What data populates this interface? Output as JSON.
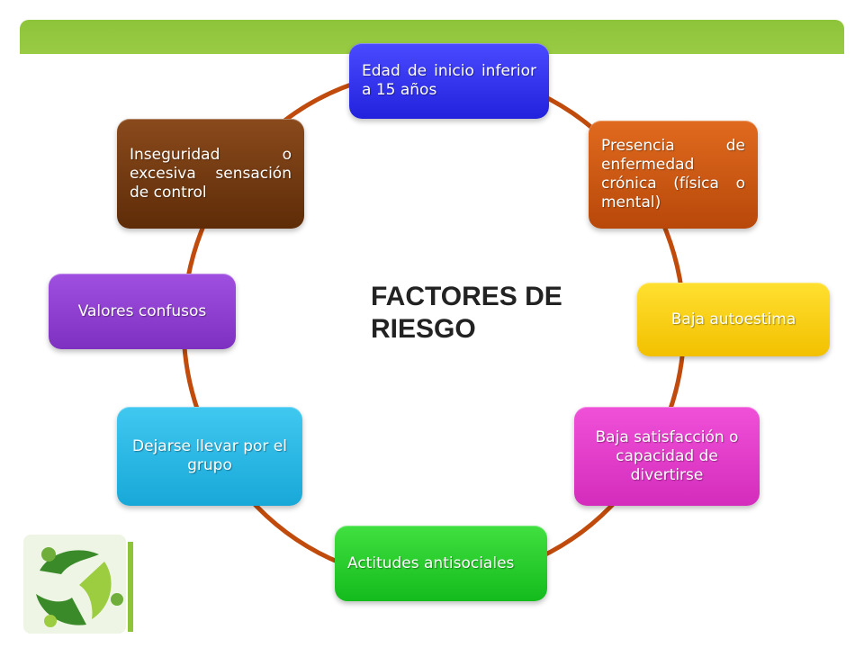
{
  "diagram": {
    "title_line1": "FACTORES DE",
    "title_line2": "RIESGO",
    "ring_color": "#c04b0c",
    "factors": [
      {
        "label": "Edad de inicio inferior a 15 años",
        "color": "#2f2ff0"
      },
      {
        "label": "Presencia de enfermedad crónica (física o mental)",
        "color": "#c8550c"
      },
      {
        "label": "Baja autoestima",
        "color": "#f0c808"
      },
      {
        "label": "Baja satisfacción o capacidad de divertirse",
        "color": "#e03cc8"
      },
      {
        "label": "Actitudes antisociales",
        "color": "#22cc2a"
      },
      {
        "label": "Dejarse llevar por el grupo",
        "color": "#22b4e0"
      },
      {
        "label": "Valores confusos",
        "color": "#8a3ccc"
      },
      {
        "label": "Inseguridad o excesiva sensación de control",
        "color": "#70360e"
      }
    ]
  },
  "theme": {
    "banner_green": "#8dc43a",
    "logo_dark_green": "#3a8a2a",
    "logo_light_green": "#9ccc40"
  }
}
